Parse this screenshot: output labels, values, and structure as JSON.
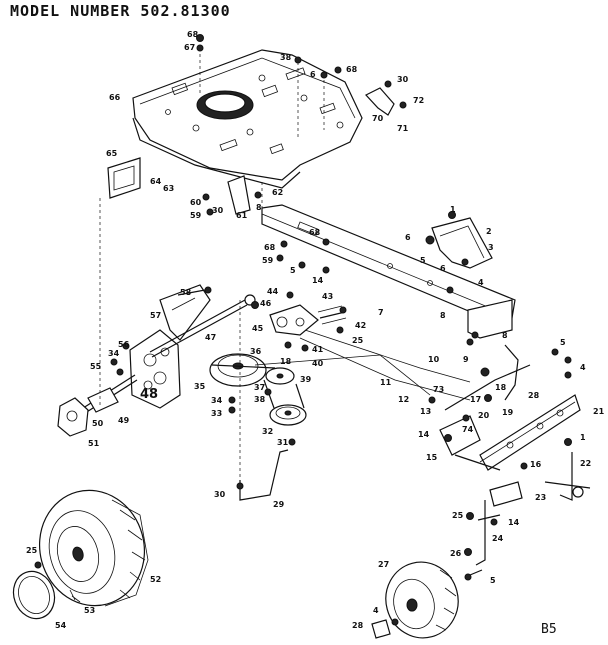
{
  "header": {
    "title": "MODEL NUMBER 502.81300"
  },
  "footer": {
    "page_ref": "B5"
  },
  "callouts": {
    "c1a": "1",
    "c1b": "1",
    "c2": "2",
    "c3": "3",
    "c4a": "4",
    "c4b": "4",
    "c4c": "4",
    "c5a": "5",
    "c5b": "5",
    "c5c": "5",
    "c6a": "6",
    "c6b": "6",
    "c6c": "6",
    "c7": "7",
    "c8a": "8",
    "c8b": "8",
    "c8c": "8",
    "c9": "9",
    "c10": "10",
    "c11": "11",
    "c12": "12",
    "c13": "13",
    "c14a": "14",
    "c14b": "14",
    "c14c": "14",
    "c15": "15",
    "c16": "16",
    "c17": "17",
    "c18a": "18",
    "c18b": "18",
    "c19": "19",
    "c20": "20",
    "c21": "21",
    "c22": "22",
    "c23": "23",
    "c24": "24",
    "c25a": "25",
    "c25b": "25",
    "c25c": "25",
    "c26": "26",
    "c27": "27",
    "c28a": "28",
    "c28b": "28",
    "c29": "29",
    "c30a": "30",
    "c30b": "30",
    "c30c": "30",
    "c30d": "30",
    "c31": "31",
    "c32": "32",
    "c33": "33",
    "c34a": "34",
    "c34b": "34",
    "c35": "35",
    "c36": "36",
    "c37": "37",
    "c38a": "38",
    "c38b": "38",
    "c39": "39",
    "c40": "40",
    "c41": "41",
    "c42": "42",
    "c43": "43",
    "c44": "44",
    "c45": "45",
    "c46": "46",
    "c47": "47",
    "c48": "48",
    "c49": "49",
    "c50": "50",
    "c51": "51",
    "c52": "52",
    "c53": "53",
    "c54": "54",
    "c55": "55",
    "c56": "56",
    "c57": "57",
    "c58": "58",
    "c59a": "59",
    "c59b": "59",
    "c60": "60",
    "c61": "61",
    "c62": "62",
    "c63": "63",
    "c64": "64",
    "c65": "65",
    "c66": "66",
    "c67": "67",
    "c68a": "68",
    "c68b": "68",
    "c68c": "68",
    "c68d": "68",
    "c70": "70",
    "c71": "71",
    "c72": "72",
    "c73": "73",
    "c74": "74"
  }
}
